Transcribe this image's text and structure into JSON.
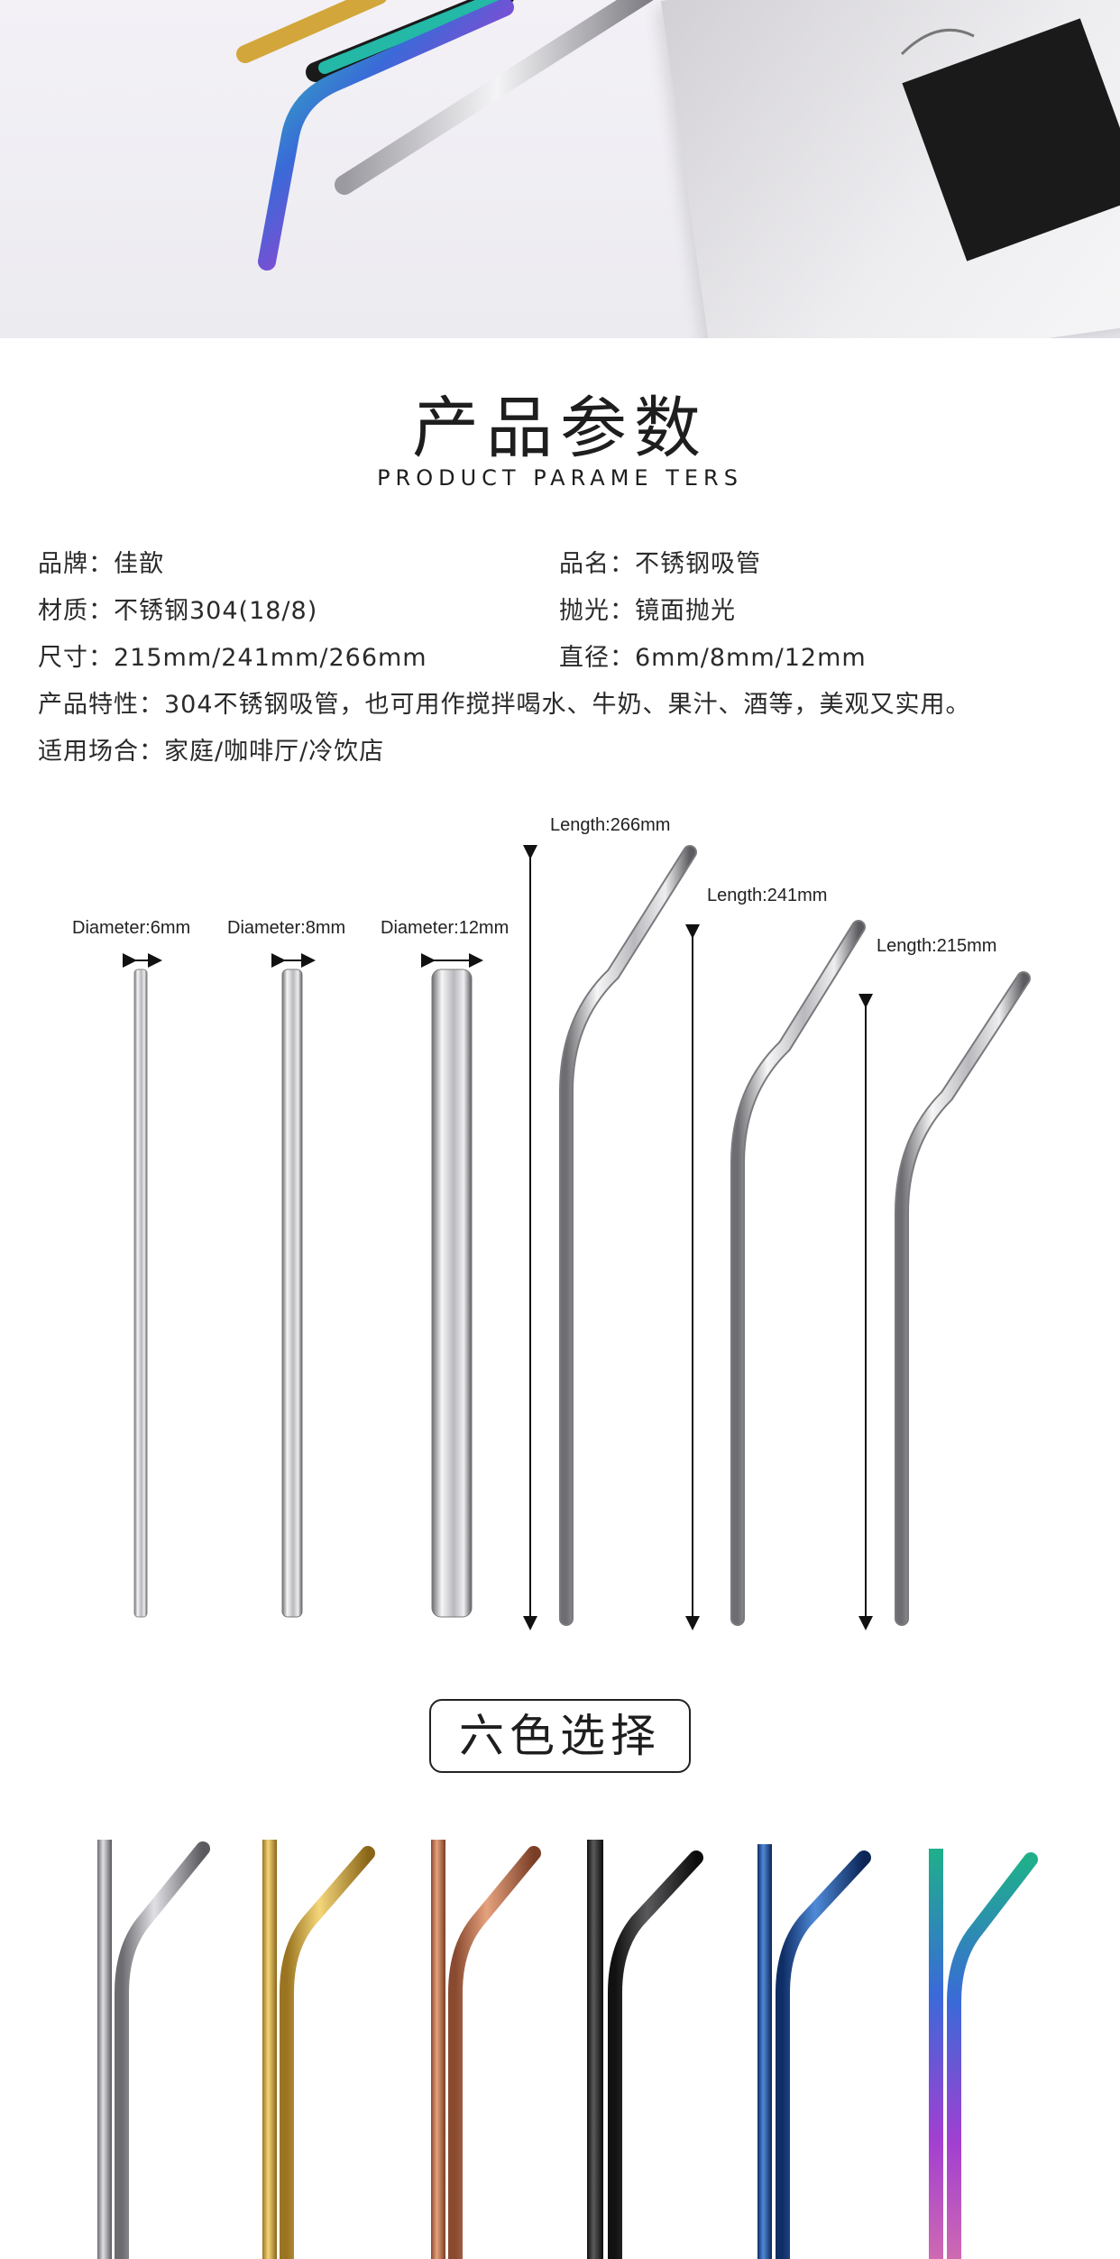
{
  "header": {
    "title_cn": "产品参数",
    "title_en": "PRODUCT PARAME TERS"
  },
  "specs": {
    "brand": "品牌：佳歆",
    "product_name": "品名：不锈钢吸管",
    "material": "材质：不锈钢304(18/8)",
    "polish": "抛光：镜面抛光",
    "size": "尺寸：215mm/241mm/266mm",
    "diameter": "直径：6mm/8mm/12mm",
    "features": "产品特性：304不锈钢吸管，也可用作搅拌喝水、牛奶、果汁、酒等，美观又实用。",
    "usage": "适用场合：家庭/咖啡厅/冷饮店"
  },
  "dimensions": {
    "diameter_6": "Diameter:6mm",
    "diameter_8": "Diameter:8mm",
    "diameter_12": "Diameter:12mm",
    "length_266": "Length:266mm",
    "length_241": "Length:241mm",
    "length_215": "Length:215mm"
  },
  "colors_section": {
    "title": "六色选择"
  },
  "colors": {
    "silver": "#8a8a8e",
    "gold": "#c9a445",
    "rose_gold": "#b8704e",
    "black": "#2a2a2a",
    "blue": "#1f4f9a",
    "rainbow_a": "#8a3fd1",
    "rainbow_b": "#1fb08a"
  },
  "icons": {
    "hero": "rainbow-straws-photo",
    "arrows": "double-arrow-icon"
  }
}
